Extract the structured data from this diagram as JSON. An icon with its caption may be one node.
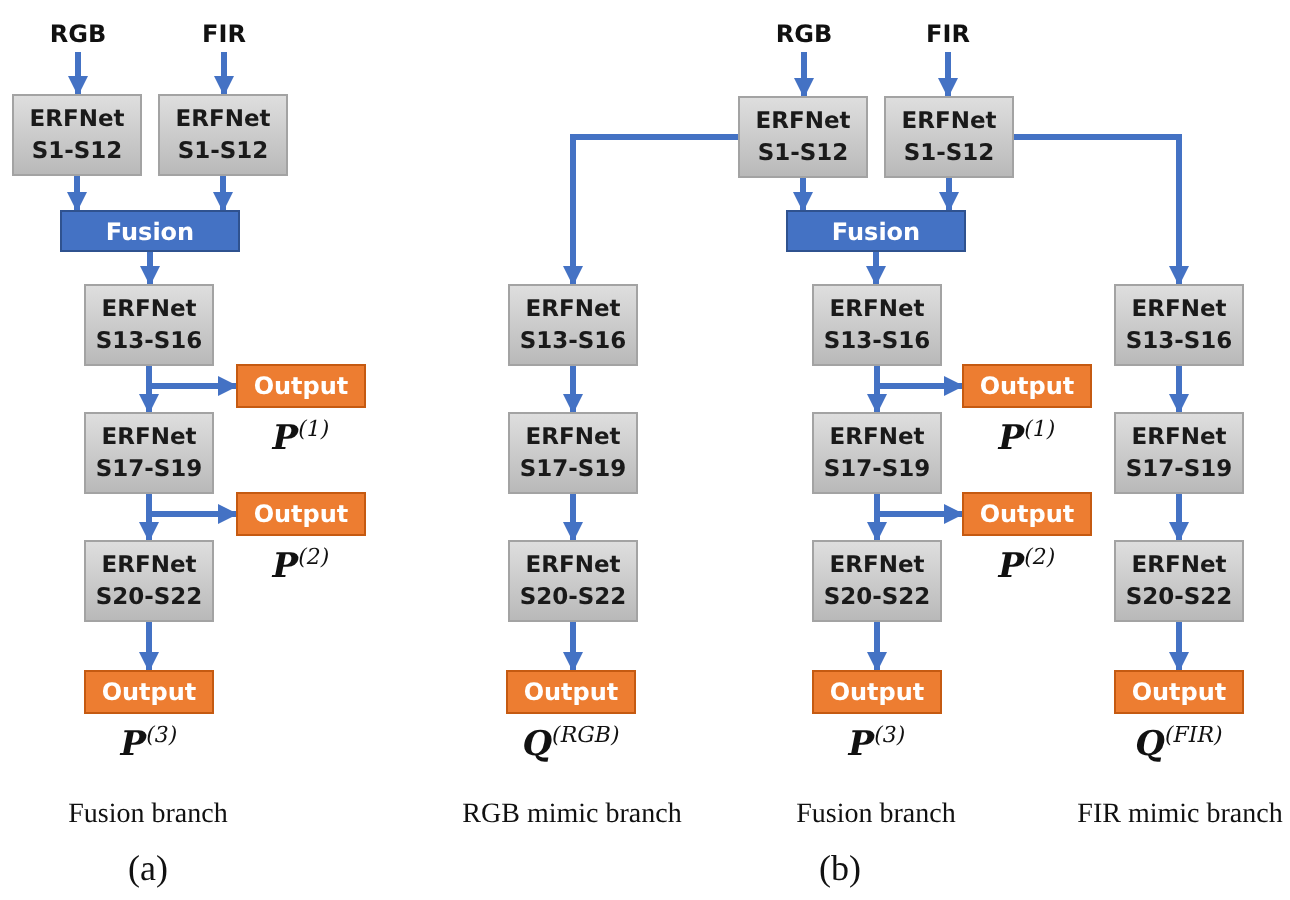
{
  "diagram": {
    "nodes": [
      {
        "text": [
          "RGB"
        ]
      },
      {
        "text": [
          "FIR"
        ]
      },
      {
        "text": [
          "ERFNet S1-S12"
        ]
      },
      {
        "text": [
          "ERFNet S1-S12"
        ]
      },
      {
        "text": [
          "Fusion"
        ]
      },
      {
        "text": [
          "ERFNet S13-S16"
        ]
      },
      {
        "text": [
          "Output"
        ],
        "beside": [
          "**P**$^{(1)}$"
        ]
      },
      {
        "text": [
          "ERFNet S17-S19"
        ]
      },
      {
        "text": [
          "Output"
        ],
        "beside": [
          "**P**$^{(2)}$"
        ]
      },
      {
        "text": [
          "ERFNet S20-S22"
        ]
      },
      {
        "text": [
          "Output"
        ],
        "beside": [
          "**P**$^{(3)}$"
        ]
      },
      {
        "text": [
          "RGB"
        ]
      },
      {
        "text": [
          "FIR"
        ]
      },
      {
        "text": [
          "ERFNet S1-S12"
        ]
      },
      {
        "text": [
          "ERFNet S1-S12"
        ]
      },
      {
        "text": [
          "Fusion"
        ]
      },
      {
        "text": [
          "ERFNet S13-S16"
        ]
      },
      {
        "text": [
          "ERFNet S17-S19"
        ]
      },
      {
        "text": [
          "ERFNet S20-S22"
        ]
      },
      {
        "text": [
          "Output"
        ],
        "beside": [
          "**Q**$^{(RGB)}$"
        ]
      },
      {
        "text": [
          "ERFNet S13-S16"
        ]
      },
      {
        "text": [
          "Output"
        ],
        "beside": [
          "**P**$^{(1)}$"
        ]
      },
      {
        "text": [
          "ERFNet S17-S19"
        ]
      },
      {
        "text": [
          "Output"
        ],
        "beside": [
          "**P**$^{(2)}$"
        ]
      },
      {
        "text": [
          "ERFNet S20-S22"
        ]
      },
      {
        "text": [
          "Output"
        ],
        "beside": [
          "**P**$^{(3)}$"
        ]
      },
      {
        "text": [
          "ERFNet S13-S16"
        ]
      },
      {
        "text": [
          "ERFNet S17-S19"
        ]
      },
      {
        "text": [
          "ERFNet S20-S22"
        ]
      },
      {
        "text": [
          "Output"
        ],
        "beside": [
          "**Q**$^{(FIR)}$"
        ]
      }
    ],
    "edges": [
      {
        "from": 0,
        "to": 2,
        "arrow": "to"
      },
      {
        "from": 1,
        "to": 3,
        "arrow": "to"
      },
      {
        "from": 2,
        "to": 4,
        "arrow": "to"
      },
      {
        "from": 3,
        "to": 4,
        "arrow": "to"
      },
      {
        "from": 4,
        "to": 5,
        "arrow": "to"
      },
      {
        "from": 5,
        "to": 7,
        "arrow": "to"
      },
      {
        "from": 5,
        "to": 6,
        "arrow": "to"
      },
      {
        "from": 7,
        "to": 9,
        "arrow": "to"
      },
      {
        "from": 7,
        "to": 8,
        "arrow": "to"
      },
      {
        "from": 9,
        "to": 10,
        "arrow": "to"
      },
      {
        "from": 11,
        "to": 13,
        "arrow": "to"
      },
      {
        "from": 12,
        "to": 14,
        "arrow": "to"
      },
      {
        "from": 13,
        "to": 15,
        "arrow": "to"
      },
      {
        "from": 14,
        "to": 15,
        "arrow": "to"
      },
      {
        "from": 13,
        "to": 16,
        "arrow": "to"
      },
      {
        "from": 14,
        "to": 26,
        "arrow": "to"
      },
      {
        "from": 15,
        "to": 20,
        "arrow": "to"
      },
      {
        "from": 20,
        "to": 22,
        "arrow": "to"
      },
      {
        "from": 20,
        "to": 21,
        "arrow": "to"
      },
      {
        "from": 22,
        "to": 24,
        "arrow": "to"
      },
      {
        "from": 22,
        "to": 23,
        "arrow": "to"
      },
      {
        "from": 24,
        "to": 25,
        "arrow": "to"
      },
      {
        "from": 16,
        "to": 17,
        "arrow": "to"
      },
      {
        "from": 17,
        "to": 18,
        "arrow": "to"
      },
      {
        "from": 18,
        "to": 19,
        "arrow": "to"
      },
      {
        "from": 26,
        "to": 27,
        "arrow": "to"
      },
      {
        "from": 27,
        "to": 28,
        "arrow": "to"
      },
      {
        "from": 28,
        "to": 29,
        "arrow": "to"
      }
    ],
    "labels": [
      "Fusion branch",
      "(a)",
      "RGB mimic branch",
      "Fusion branch",
      "FIR mimic branch",
      "(b)"
    ]
  }
}
